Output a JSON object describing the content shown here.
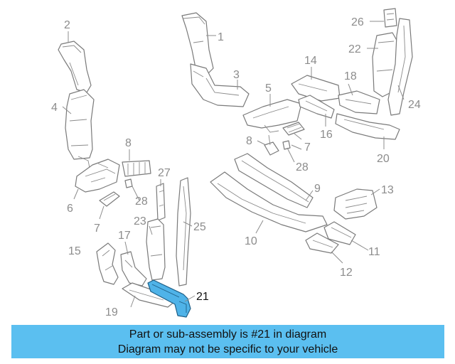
{
  "diagram": {
    "highlight_color": "#4fb3e8",
    "callouts": [
      {
        "id": "1",
        "label": "1"
      },
      {
        "id": "2",
        "label": "2"
      },
      {
        "id": "3",
        "label": "3"
      },
      {
        "id": "4",
        "label": "4"
      },
      {
        "id": "5",
        "label": "5"
      },
      {
        "id": "6",
        "label": "6"
      },
      {
        "id": "7a",
        "label": "7"
      },
      {
        "id": "7b",
        "label": "7"
      },
      {
        "id": "8a",
        "label": "8"
      },
      {
        "id": "8b",
        "label": "8"
      },
      {
        "id": "9",
        "label": "9"
      },
      {
        "id": "10",
        "label": "10"
      },
      {
        "id": "11",
        "label": "11"
      },
      {
        "id": "12",
        "label": "12"
      },
      {
        "id": "13",
        "label": "13"
      },
      {
        "id": "14",
        "label": "14"
      },
      {
        "id": "15",
        "label": "15"
      },
      {
        "id": "16",
        "label": "16"
      },
      {
        "id": "17",
        "label": "17"
      },
      {
        "id": "18",
        "label": "18"
      },
      {
        "id": "19",
        "label": "19"
      },
      {
        "id": "20",
        "label": "20"
      },
      {
        "id": "21",
        "label": "21"
      },
      {
        "id": "22",
        "label": "22"
      },
      {
        "id": "23",
        "label": "23"
      },
      {
        "id": "24",
        "label": "24"
      },
      {
        "id": "25",
        "label": "25"
      },
      {
        "id": "26",
        "label": "26"
      },
      {
        "id": "27",
        "label": "27"
      },
      {
        "id": "28a",
        "label": "28"
      },
      {
        "id": "28b",
        "label": "28"
      }
    ]
  },
  "banner": {
    "line1": "Part or sub-assembly is #21 in diagram",
    "line2": "Diagram may not be specific to your vehicle",
    "background": "#5bbff0"
  }
}
